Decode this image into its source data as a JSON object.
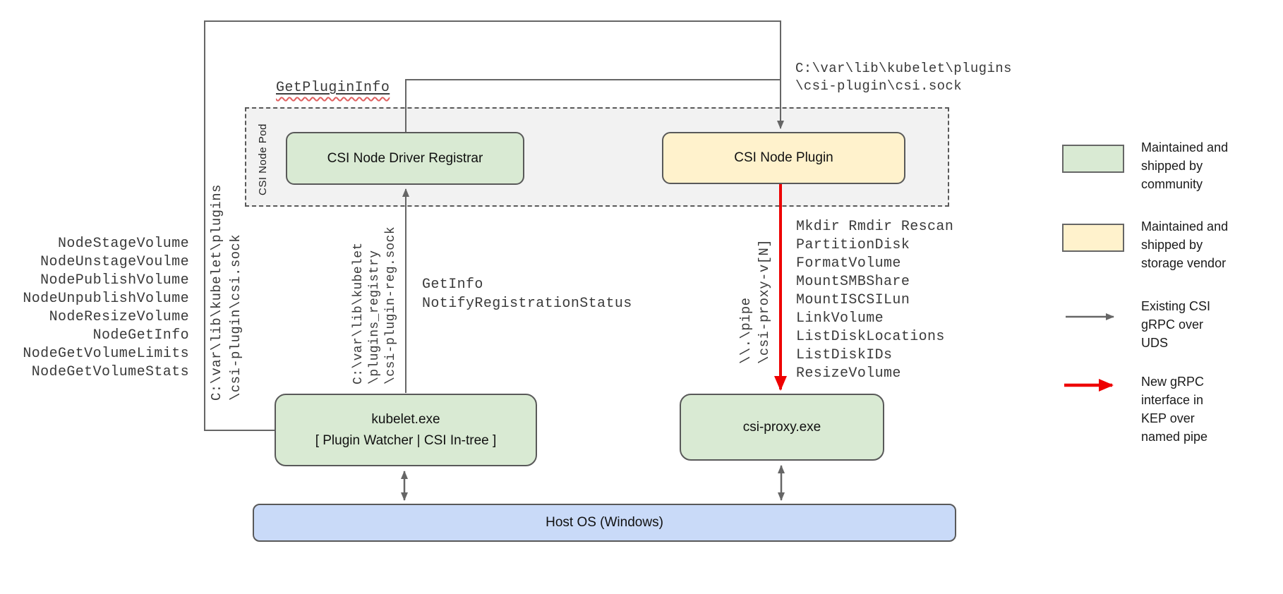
{
  "nodes": {
    "csi_node_pod": "CSI Node Pod",
    "registrar": "CSI Node Driver Registrar",
    "plugin": "CSI Node Plugin",
    "kubelet": "kubelet.exe",
    "kubelet_sub": "[ Plugin Watcher | CSI In-tree ]",
    "csi_proxy": "csi-proxy.exe",
    "host_os": "Host OS (Windows)"
  },
  "annotations": {
    "get_plugin_info": "GetPluginInfo",
    "csi_sock_path_top": "C:\\var\\lib\\kubelet\\plugins\n\\csi-plugin\\csi.sock",
    "csi_sock_path_left": "C:\\var\\lib\\kubelet\\plugins\n\\csi-plugin\\csi.sock",
    "registration_sock_path": "C:\\var\\lib\\kubelet\n\\plugins_registry\n\\csi-plugin-reg.sock",
    "registration_calls": "GetInfo\nNotifyRegistrationStatus",
    "named_pipe_path": "\\\\.\\pipe\n\\csi-proxy-v[N]",
    "kubelet_node_calls": [
      "NodeStageVolume",
      "NodeUnstageVoulme",
      "NodePublishVolume",
      "NodeUnpublishVolume",
      "NodeResizeVolume",
      "NodeGetInfo",
      "NodeGetVolumeLimits",
      "NodeGetVolumeStats"
    ],
    "csi_proxy_api_calls": [
      "Mkdir Rmdir Rescan",
      "PartitionDisk",
      "FormatVolume",
      "MountSMBShare",
      "MountISCSILun",
      "LinkVolume",
      "ListDiskLocations",
      "ListDiskIDs",
      "ResizeVolume"
    ]
  },
  "legend": {
    "items": [
      {
        "swatch": "green-box",
        "color": "#d9ead3",
        "label": "Maintained and\nshipped by\ncommunity"
      },
      {
        "swatch": "yellow-box",
        "color": "#fff2cc",
        "label": "Maintained and\nshipped by\nstorage vendor"
      },
      {
        "swatch": "gray-arrow",
        "color": "#666666",
        "label": "Existing CSI\ngRPC over\nUDS"
      },
      {
        "swatch": "red-arrow",
        "color": "#ee0000",
        "label": "New gRPC\ninterface in\nKEP over\nnamed pipe"
      }
    ]
  },
  "colors": {
    "community_fill": "#d9ead3",
    "vendor_fill": "#fff2cc",
    "host_os_fill": "#c9daf8",
    "pod_fill": "#f2f2f2",
    "line_gray": "#666666",
    "arrow_red": "#ee0000",
    "squiggle_red": "#e06060",
    "border_gray": "#595959"
  }
}
